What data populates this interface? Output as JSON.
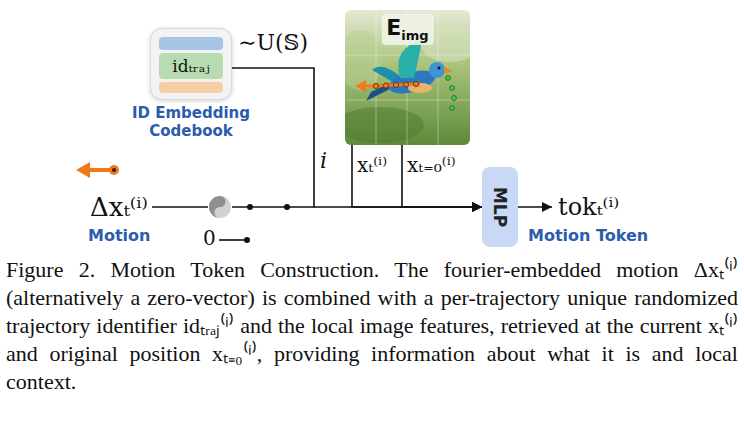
{
  "diagram": {
    "caption": "Figure 2. Motion Token Construction. The fourier-embedded motion Δxₜ⁽ⁱ⁾ (alternatively a zero-vector) is combined with a per-trajectory unique randomized trajectory identifier idₜᵣₐⱼ⁽ⁱ⁾ and the local image features, retrieved at the current xₜ⁽ⁱ⁾ and original position xₜ₌₀⁽ⁱ⁾, providing information about what it is and local context.",
    "nodes": [
      {
        "text": [
          "idₜᵣₐⱼ",
          "ID Embedding Codebook"
        ]
      },
      {
        "text": [
          "E",
          "img"
        ]
      },
      {
        "text": [
          "MLP"
        ]
      }
    ],
    "edges": [
      {
        "from": 0,
        "to": 2,
        "arrow": "to",
        "label": "i"
      },
      {
        "from": 1,
        "to": 2,
        "arrow": "to",
        "label": "xₜ⁽ⁱ⁾"
      },
      {
        "from": 1,
        "to": 2,
        "arrow": "to",
        "label": "xₜ₌₀⁽ⁱ⁾"
      }
    ],
    "labels": [
      "∼U(𝕊)",
      "Δxₜ⁽ⁱ⁾",
      "Motion",
      "0",
      "tokₜ⁽ⁱ⁾",
      "Motion Token"
    ]
  }
}
